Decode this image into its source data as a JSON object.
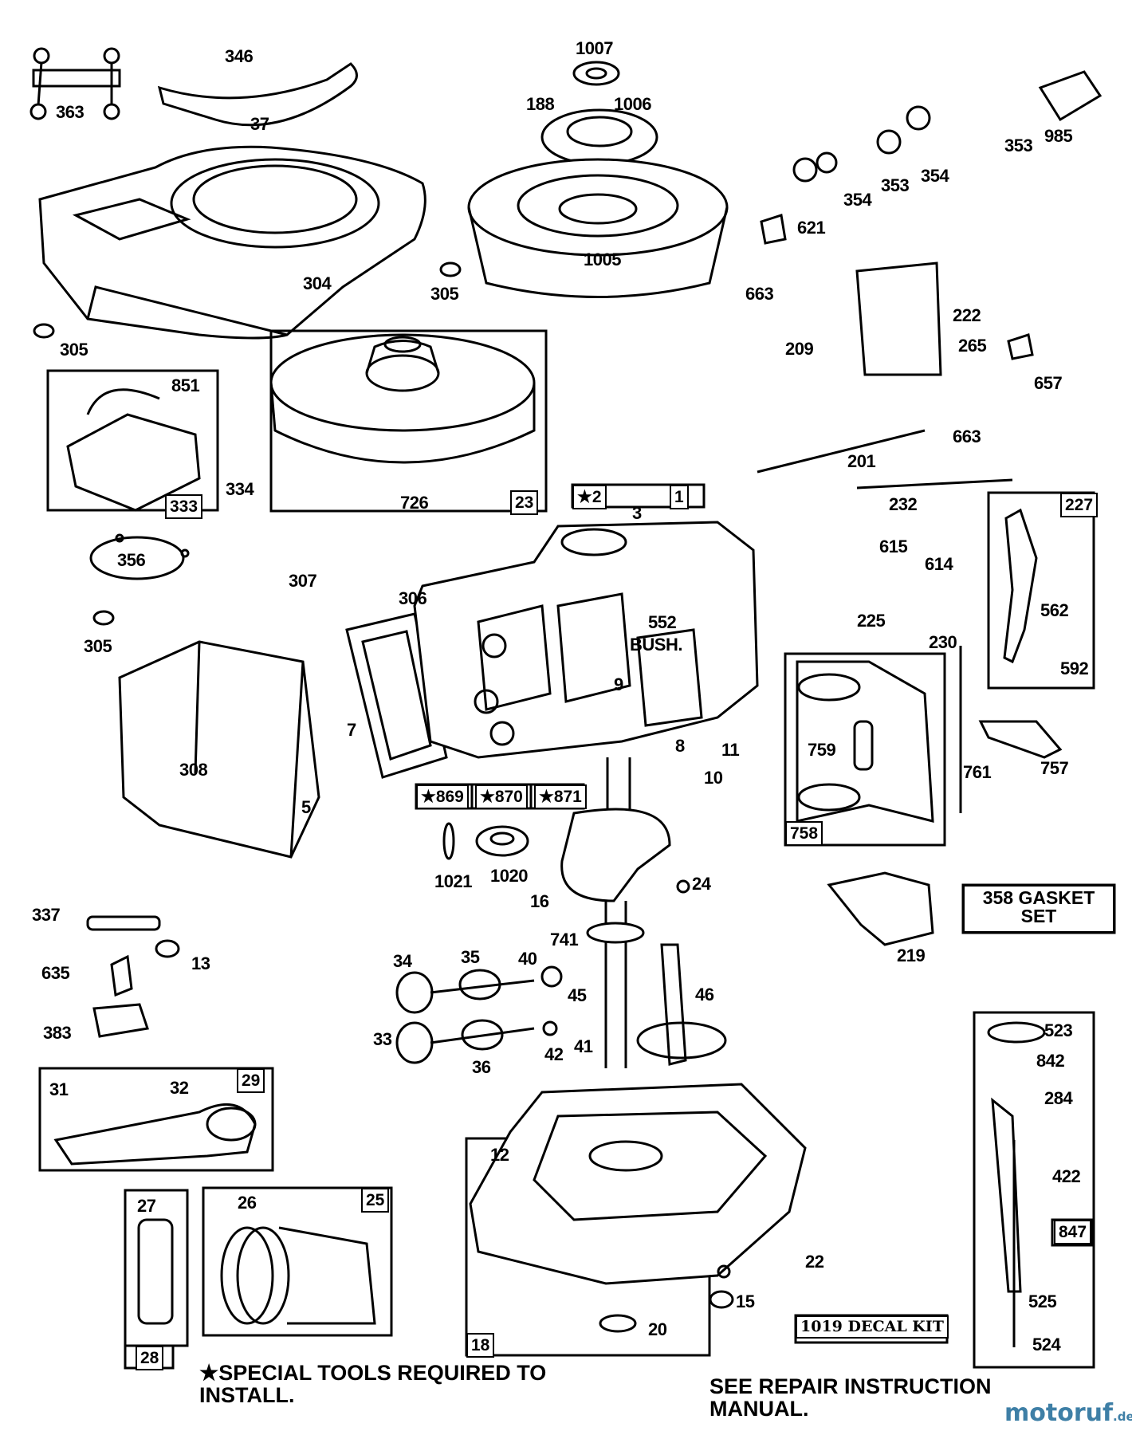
{
  "labels": [
    {
      "id": "363",
      "text": "363"
    },
    {
      "id": "346",
      "text": "346"
    },
    {
      "id": "37",
      "text": "37"
    },
    {
      "id": "1007",
      "text": "1007"
    },
    {
      "id": "188",
      "text": "188"
    },
    {
      "id": "1006",
      "text": "1006"
    },
    {
      "id": "985",
      "text": "985"
    },
    {
      "id": "353a",
      "text": "353"
    },
    {
      "id": "354a",
      "text": "354"
    },
    {
      "id": "353b",
      "text": "353"
    },
    {
      "id": "354b",
      "text": "354"
    },
    {
      "id": "621",
      "text": "621"
    },
    {
      "id": "1005",
      "text": "1005"
    },
    {
      "id": "304",
      "text": "304"
    },
    {
      "id": "305a",
      "text": "305"
    },
    {
      "id": "305b",
      "text": "305"
    },
    {
      "id": "663a",
      "text": "663"
    },
    {
      "id": "222",
      "text": "222"
    },
    {
      "id": "209",
      "text": "209"
    },
    {
      "id": "265",
      "text": "265"
    },
    {
      "id": "657",
      "text": "657"
    },
    {
      "id": "663b",
      "text": "663"
    },
    {
      "id": "851",
      "text": "851"
    },
    {
      "id": "334",
      "text": "334"
    },
    {
      "id": "726",
      "text": "726"
    },
    {
      "id": "201",
      "text": "201"
    },
    {
      "id": "3",
      "text": "3"
    },
    {
      "id": "232",
      "text": "232"
    },
    {
      "id": "356",
      "text": "356"
    },
    {
      "id": "307",
      "text": "307"
    },
    {
      "id": "306",
      "text": "306"
    },
    {
      "id": "615",
      "text": "615"
    },
    {
      "id": "614",
      "text": "614"
    },
    {
      "id": "225",
      "text": "225"
    },
    {
      "id": "230",
      "text": "230"
    },
    {
      "id": "562",
      "text": "562"
    },
    {
      "id": "592",
      "text": "592"
    },
    {
      "id": "552",
      "text": "552"
    },
    {
      "id": "bush",
      "text": "BUSH."
    },
    {
      "id": "305c",
      "text": "305"
    },
    {
      "id": "9",
      "text": "9"
    },
    {
      "id": "7",
      "text": "7"
    },
    {
      "id": "8",
      "text": "8"
    },
    {
      "id": "11",
      "text": "11"
    },
    {
      "id": "10",
      "text": "10"
    },
    {
      "id": "308",
      "text": "308"
    },
    {
      "id": "5",
      "text": "5"
    },
    {
      "id": "759",
      "text": "759"
    },
    {
      "id": "761",
      "text": "761"
    },
    {
      "id": "757",
      "text": "757"
    },
    {
      "id": "1021",
      "text": "1021"
    },
    {
      "id": "1020",
      "text": "1020"
    },
    {
      "id": "16",
      "text": "16"
    },
    {
      "id": "24",
      "text": "24"
    },
    {
      "id": "337",
      "text": "337"
    },
    {
      "id": "13",
      "text": "13"
    },
    {
      "id": "741",
      "text": "741"
    },
    {
      "id": "219",
      "text": "219"
    },
    {
      "id": "635",
      "text": "635"
    },
    {
      "id": "34",
      "text": "34"
    },
    {
      "id": "35",
      "text": "35"
    },
    {
      "id": "40",
      "text": "40"
    },
    {
      "id": "45",
      "text": "45"
    },
    {
      "id": "46",
      "text": "46"
    },
    {
      "id": "383",
      "text": "383"
    },
    {
      "id": "33",
      "text": "33"
    },
    {
      "id": "41",
      "text": "41"
    },
    {
      "id": "42",
      "text": "42"
    },
    {
      "id": "36",
      "text": "36"
    },
    {
      "id": "523",
      "text": "523"
    },
    {
      "id": "842",
      "text": "842"
    },
    {
      "id": "31",
      "text": "31"
    },
    {
      "id": "32",
      "text": "32"
    },
    {
      "id": "284",
      "text": "284"
    },
    {
      "id": "12",
      "text": "12"
    },
    {
      "id": "422",
      "text": "422"
    },
    {
      "id": "27",
      "text": "27"
    },
    {
      "id": "26",
      "text": "26"
    },
    {
      "id": "22",
      "text": "22"
    },
    {
      "id": "15",
      "text": "15"
    },
    {
      "id": "525",
      "text": "525"
    },
    {
      "id": "20",
      "text": "20"
    },
    {
      "id": "524",
      "text": "524"
    }
  ],
  "boxed_labels": [
    {
      "id": "333",
      "text": "333"
    },
    {
      "id": "23",
      "text": "23"
    },
    {
      "id": "1",
      "text": "1"
    },
    {
      "id": "2",
      "text": "★2"
    },
    {
      "id": "227",
      "text": "227"
    },
    {
      "id": "758",
      "text": "758"
    },
    {
      "id": "869",
      "text": "★869"
    },
    {
      "id": "870",
      "text": "★870"
    },
    {
      "id": "871",
      "text": "★871"
    },
    {
      "id": "29",
      "text": "29"
    },
    {
      "id": "25",
      "text": "25"
    },
    {
      "id": "28",
      "text": "28"
    },
    {
      "id": "847",
      "text": "847"
    },
    {
      "id": "18",
      "text": "18"
    }
  ],
  "kits": {
    "gasket_set": "358 GASKET SET",
    "decal_kit": "1019 DECAL KIT"
  },
  "notes": {
    "special_tools": "★SPECIAL TOOLS REQUIRED TO INSTALL.",
    "see_manual": "SEE REPAIR INSTRUCTION MANUAL."
  },
  "watermark": {
    "brand": "motoruf",
    "tld": ".de"
  }
}
